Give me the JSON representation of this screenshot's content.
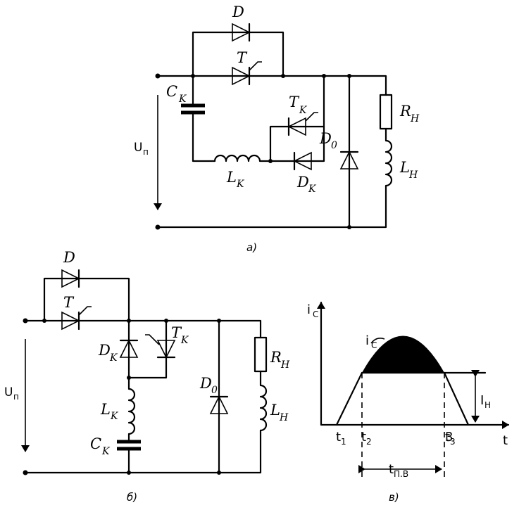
{
  "captions": {
    "a": "а)",
    "b": "б)",
    "v": "в)"
  },
  "labels": {
    "D": "D",
    "T": "T",
    "C": "C",
    "K": "K",
    "L": "L",
    "R": "R",
    "H": "H",
    "D0": "D",
    "zero": "0",
    "U": "U",
    "P": "п"
  },
  "graph": {
    "ylabel": "i",
    "ylabel_sub": "C",
    "curve": "i",
    "curve_sub": "C",
    "xlabel": "t",
    "t": "t",
    "t1": "1",
    "t2": "2",
    "t3": "3",
    "IH": "I",
    "IH_sub": "Н",
    "tpv_sub": "П.В"
  }
}
